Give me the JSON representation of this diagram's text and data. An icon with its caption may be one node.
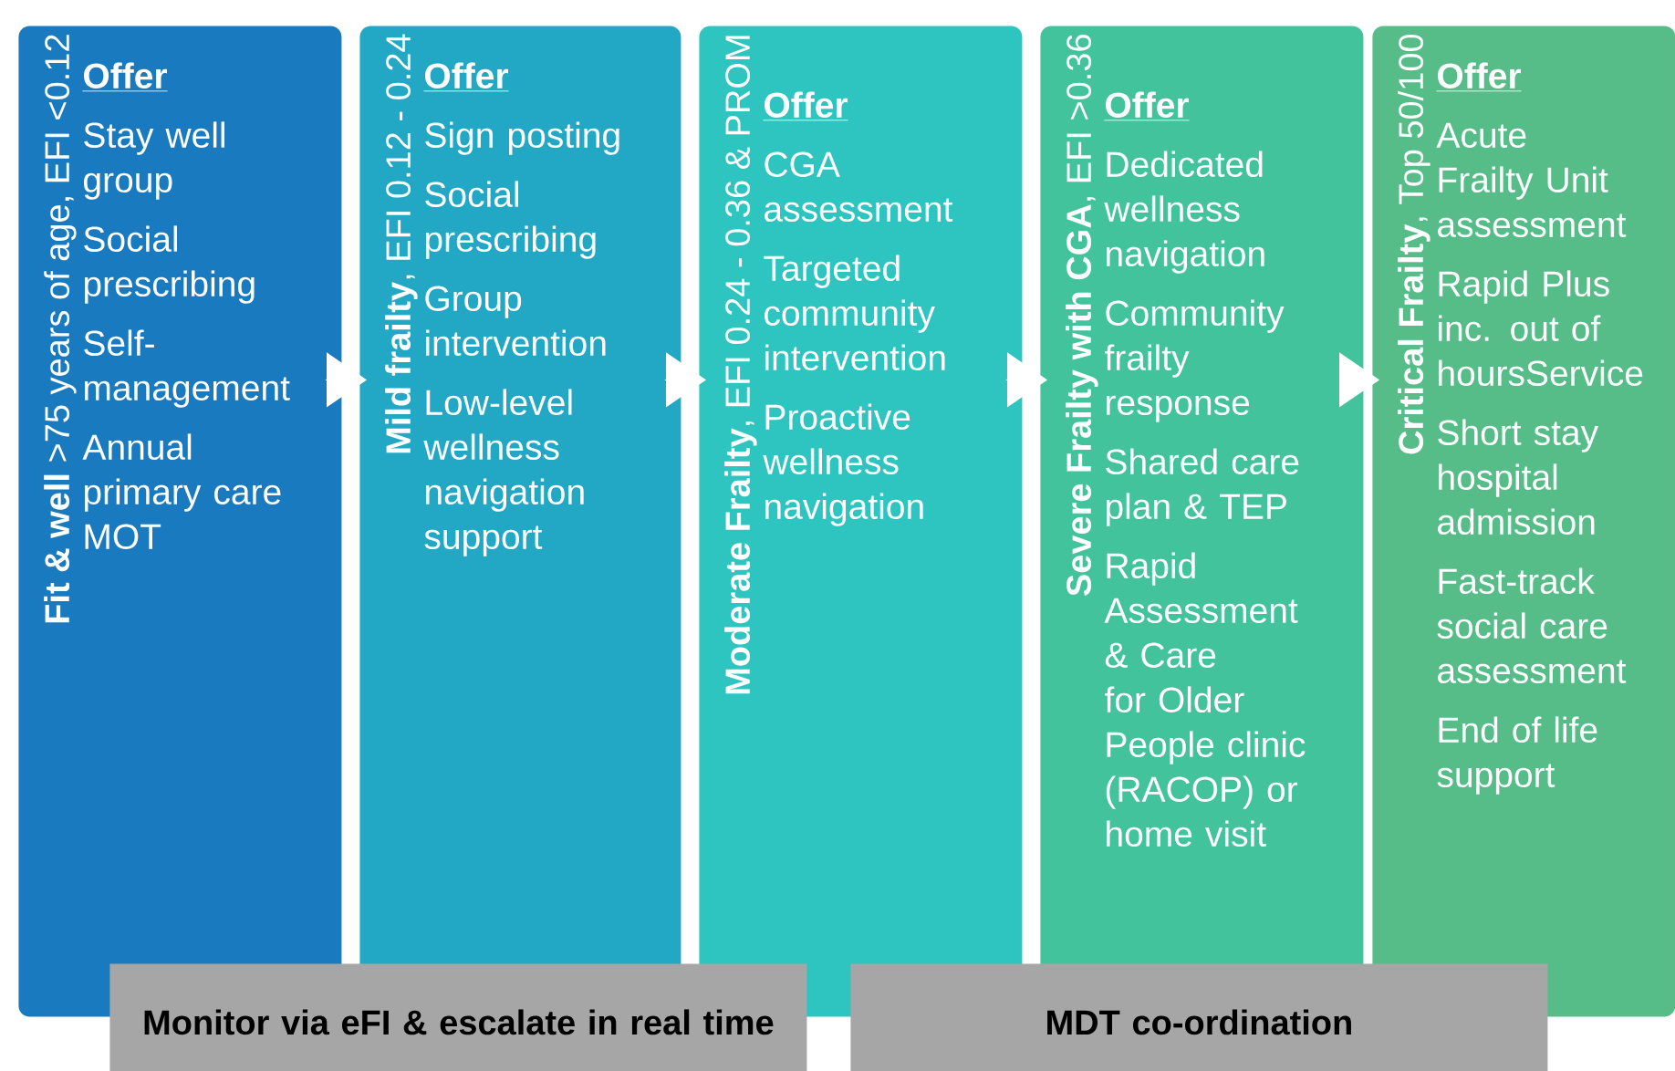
{
  "diagram": {
    "nodes": [
      {
        "text": [
          "**Fit & well** >75 years of age, EFI <0.12",
          "Offer",
          "Stay well group",
          "Social prescribing",
          "Self-management",
          "Annual primary care MOT"
        ]
      },
      {
        "text": [
          "**Mild frailty**, EFI 0.12 - 0.24",
          "Offer",
          "Sign posting",
          "Social prescribing",
          "Group intervention",
          "Low-level wellness navigation support"
        ]
      },
      {
        "text": [
          "**Moderate Frailty**, EFI 0.24 - 0.36 & PROM",
          "Offer",
          "CGA assessment",
          "Targeted community intervention",
          "Proactive wellness navigation"
        ]
      },
      {
        "text": [
          "**Severe Frailty with CGA**, EFI >0.36",
          "Offer",
          "Dedicated wellness navigation",
          "Community frailty response",
          "Shared care plan & TEP",
          "Rapid Assessment & Care for Older People clinic (RACOP) or home visit"
        ]
      },
      {
        "text": [
          "**Critical Frailty**, Top 50/100",
          "Offer",
          "Acute Frailty Unit assessment",
          "Rapid Plus inc. out of hoursService",
          "Short stay hospital admission",
          "Fast-track social care assessment",
          "End of life support"
        ]
      },
      {
        "text": [
          "Monitor via eFI & escalate in real time"
        ]
      },
      {
        "text": [
          "MDT co-ordination"
        ]
      }
    ],
    "edges": [
      {
        "from": 0,
        "to": 1,
        "arrow": "to"
      },
      {
        "from": 1,
        "to": 2,
        "arrow": "to"
      },
      {
        "from": 2,
        "to": 3,
        "arrow": "to"
      },
      {
        "from": 3,
        "to": 4,
        "arrow": "to"
      }
    ]
  }
}
